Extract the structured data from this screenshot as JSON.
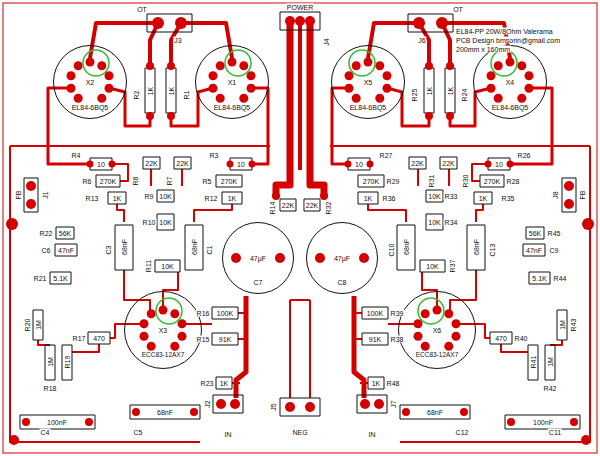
{
  "diagram": {
    "title": "EL84-PP 20W/8Ohm Valerama",
    "nodes": [
      {
        "text": [
          "X2",
          "EL84-6BQ5"
        ]
      },
      {
        "text": [
          "X1",
          "EL84-6BQ5"
        ]
      },
      {
        "text": [
          "X5",
          "EL84-6BQ5"
        ]
      },
      {
        "text": [
          "X4",
          "EL84-6BQ5"
        ]
      },
      {
        "text": [
          "47µF",
          "C7"
        ]
      },
      {
        "text": [
          "47µF",
          "C8"
        ]
      },
      {
        "text": [
          "X3",
          "ECC83-12AX7"
        ]
      },
      {
        "text": [
          "X6",
          "ECC83-12AX7"
        ]
      }
    ],
    "labels": [
      "OT",
      "J3",
      "R2",
      "1K",
      "R1",
      "1K",
      "R4",
      "10",
      "R3",
      "10",
      "R6",
      "270K",
      "R8",
      "22K",
      "R7",
      "22K",
      "R5",
      "270K",
      "R13",
      "1K",
      "R9",
      "10K",
      "R12",
      "1K",
      "J1",
      "FB",
      "R10",
      "10K",
      "R22",
      "56K",
      "C6",
      "47nF",
      "R21",
      "5.1K",
      "C3",
      "68nF",
      "C1",
      "68nF",
      "R11",
      "10K",
      "R14",
      "22K",
      "R16",
      "100K",
      "R15",
      "91K",
      "R20",
      "1M",
      "R17",
      "470",
      "R18",
      "1M",
      "R19",
      "R23",
      "1K",
      "J2",
      "IN",
      "C5",
      "68nF",
      "C4",
      "100nF",
      "OT",
      "J6",
      "R24",
      "1K",
      "R25",
      "1K",
      "R26",
      "10",
      "R27",
      "10",
      "R28",
      "270K",
      "R30",
      "22K",
      "R31",
      "22K",
      "R29",
      "270K",
      "R35",
      "1K",
      "R33",
      "10K",
      "R36",
      "1K",
      "J8",
      "FB",
      "R34",
      "10K",
      "R45",
      "56K",
      "C9",
      "47nF",
      "R44",
      "5.1K",
      "C13",
      "68nF",
      "C10",
      "68nF",
      "R37",
      "10K",
      "R32",
      "22K",
      "R39",
      "100K",
      "R38",
      "91K",
      "R43",
      "1M",
      "R40",
      "470",
      "R42",
      "1M",
      "R41",
      "R48",
      "1K",
      "J7",
      "IN",
      "C12",
      "68nF",
      "C11",
      "100nF",
      "POWER",
      "J4",
      "J5",
      "NEG",
      "PCB Design bmsorin@gmail.com",
      "200mm x 160mm"
    ]
  }
}
